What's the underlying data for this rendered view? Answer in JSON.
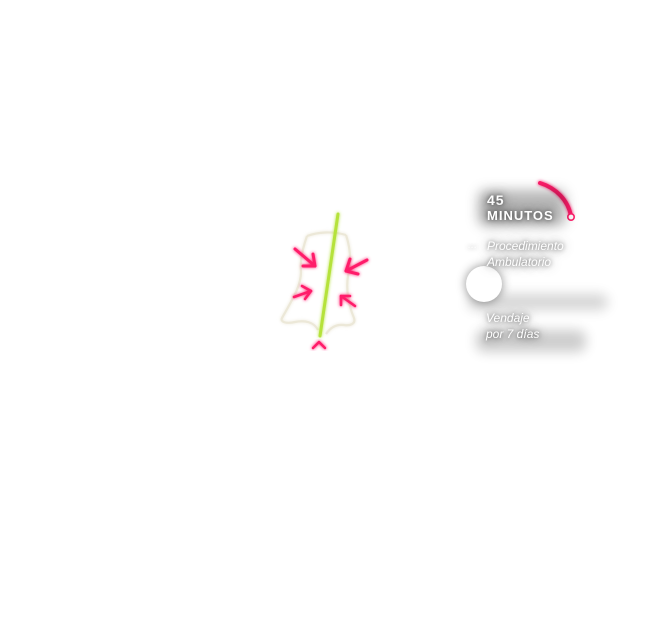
{
  "colors": {
    "accent": "#ff1f6b",
    "incision_line": "#b5e23a",
    "outline": "#ece8d8",
    "text": "#ffffff"
  },
  "duration": {
    "number": "45",
    "unit": "MINUTOS"
  },
  "procedure": {
    "leader": "...",
    "line1": "Procedimiento",
    "line2": "Ambulatorio"
  },
  "recovery": {
    "line1": "Vendaje",
    "line2": "por 7 días"
  },
  "icons": [
    "compression-arrow-icon",
    "caret-up-icon",
    "clock-arc-icon",
    "info-marker-icon"
  ]
}
